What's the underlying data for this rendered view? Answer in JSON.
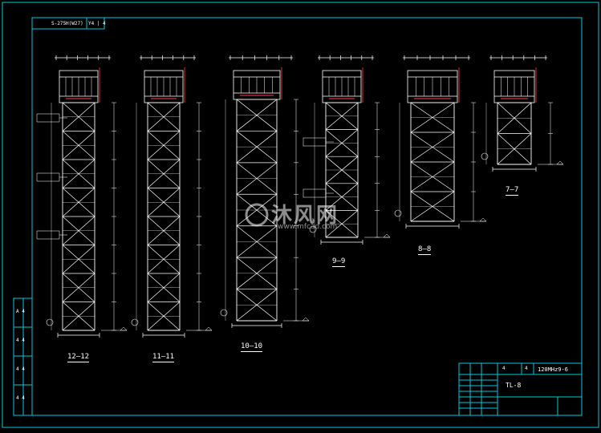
{
  "drawing": {
    "border_color": "#00c8d8",
    "line_color": "#ffffff",
    "accent_color": "#ff4040",
    "top_label": "S-275H(W27)",
    "top_box_label": "Y4 | 4",
    "left_column_labels": [
      "A 4",
      "4 4",
      "4 4",
      "4 4"
    ]
  },
  "sections": [
    {
      "label": "12—12"
    },
    {
      "label": "11—11"
    },
    {
      "label": "10—10"
    },
    {
      "label": "9—9"
    },
    {
      "label": "8—8"
    },
    {
      "label": "7—7"
    }
  ],
  "title_block": {
    "drawing_number": "120MHz9-6",
    "title": "TL-8",
    "cell_a": "4",
    "cell_b": "4"
  },
  "watermark": {
    "text": "沐风网",
    "url": "www.mfcad.com"
  }
}
